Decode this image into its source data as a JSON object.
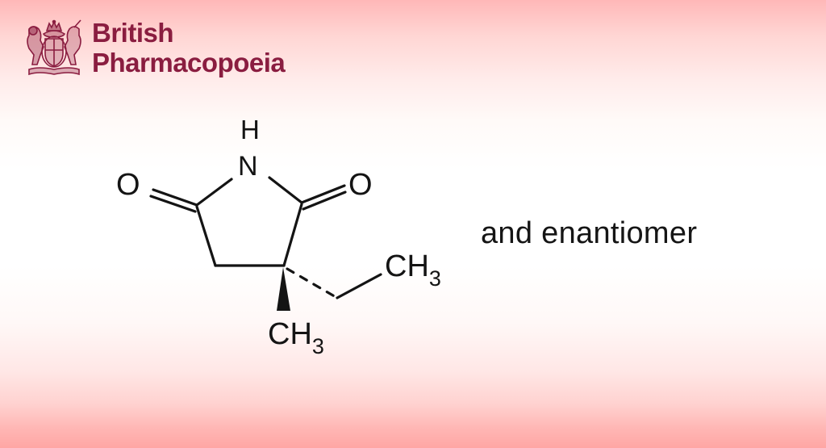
{
  "brand": {
    "line1": "British",
    "line2": "Pharmacopoeia",
    "color": "#8a1d40",
    "crest_icon": "royal-coat-of-arms-icon"
  },
  "structure": {
    "atoms": {
      "nh_h": "H",
      "nh_n": "N",
      "left_o": "O",
      "right_o": "O",
      "ethyl_ch3": "CH",
      "ethyl_sub": "3",
      "methyl_ch3": "CH",
      "methyl_sub": "3"
    },
    "stereo_note": "and enantiomer"
  },
  "colors": {
    "ink": "#141414",
    "bg_top": "#ffb8b8",
    "bg_mid": "#ffffff",
    "bg_bottom": "#ffa6a4"
  }
}
